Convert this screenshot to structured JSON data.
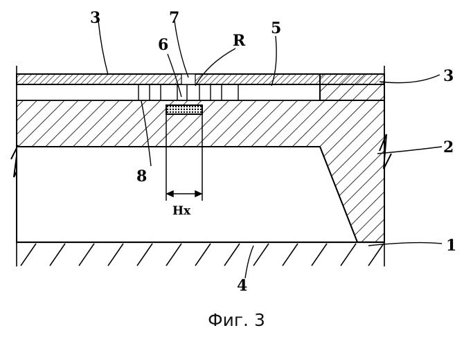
{
  "labels": {
    "l3_top_left": "3",
    "l7": "7",
    "l6": "6",
    "lR": "R",
    "l5": "5",
    "l3_right": "3",
    "l2": "2",
    "l8": "8",
    "lHx": "Hx",
    "l1": "1",
    "l4": "4"
  },
  "caption": "Фиг. 3"
}
